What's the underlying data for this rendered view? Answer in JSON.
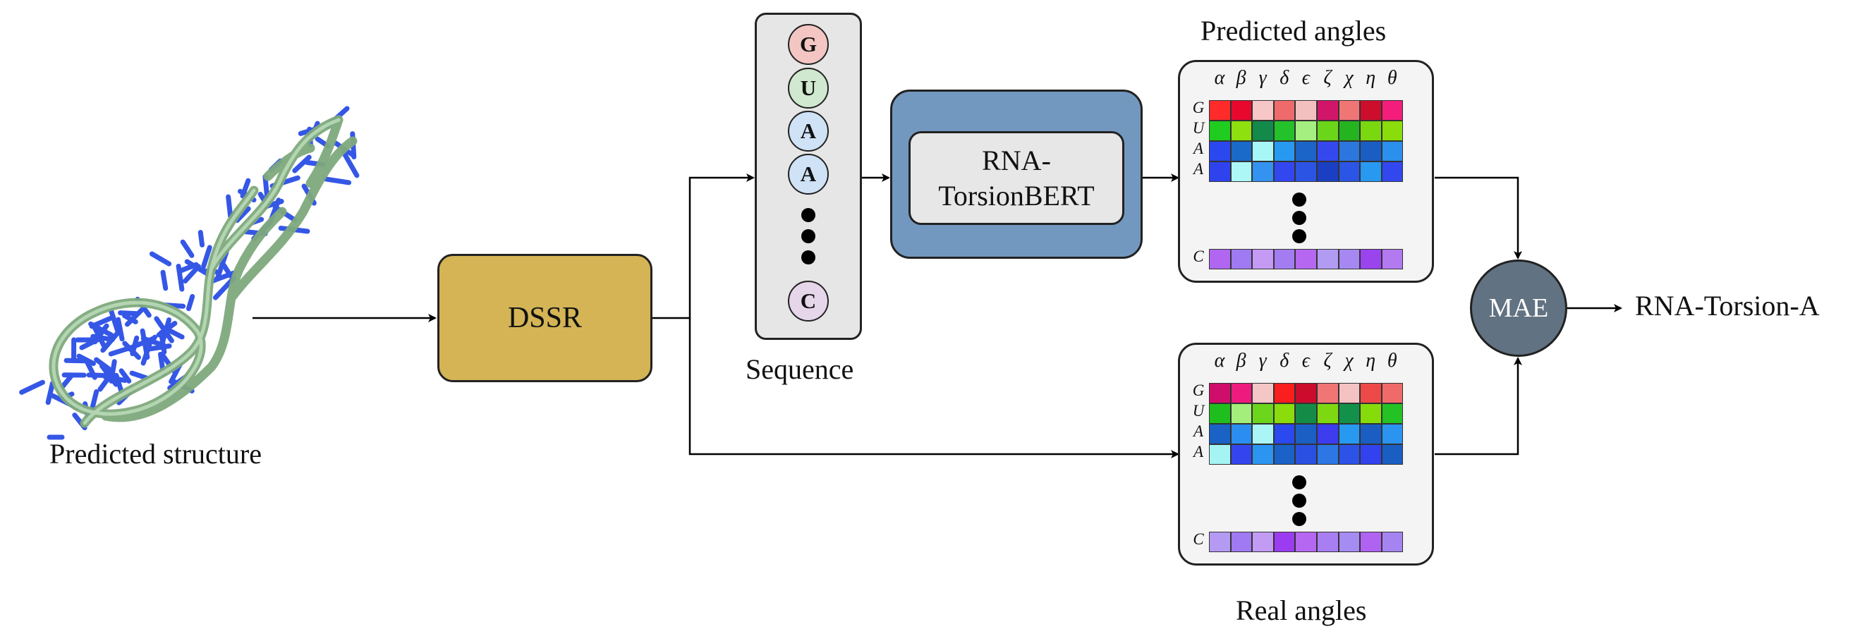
{
  "labels": {
    "predicted_structure": "Predicted structure",
    "dssr": "DSSR",
    "sequence": "Sequence",
    "model_line1": "RNA-",
    "model_line2": "TorsionBERT",
    "predicted_angles": "Predicted angles",
    "real_angles": "Real angles",
    "mae": "MAE",
    "output": "RNA-Torsion-A"
  },
  "sequence": [
    {
      "letter": "G",
      "color": "#f3c6c3"
    },
    {
      "letter": "U",
      "color": "#cfe8cf"
    },
    {
      "letter": "A",
      "color": "#cfe2f6"
    },
    {
      "letter": "A",
      "color": "#cfe2f6"
    },
    {
      "letter": "C",
      "color": "#e5d6ea"
    }
  ],
  "angle_symbols": [
    "α",
    "β",
    "γ",
    "δ",
    "ϵ",
    "ζ",
    "χ",
    "η",
    "θ"
  ],
  "row_labels": [
    "G",
    "U",
    "A",
    "A",
    "C"
  ],
  "predicted_grid": [
    [
      "#ff2b2b",
      "#e8082e",
      "#f7c6c6",
      "#ef6b6b",
      "#f3c0c0",
      "#d1166a",
      "#f07676",
      "#cc0e2c",
      "#f31d7c"
    ],
    [
      "#1fcc1f",
      "#8ee00f",
      "#138a4a",
      "#24c22a",
      "#a5ef80",
      "#6bd619",
      "#23b41f",
      "#7ad810",
      "#8add0b"
    ],
    [
      "#2b48ee",
      "#1a6ac9",
      "#a8f7f7",
      "#2799f1",
      "#1c64c7",
      "#3548ee",
      "#2b77dd",
      "#1b5ec3",
      "#2b8fee"
    ],
    [
      "#2e43ee",
      "#aef7f7",
      "#3492f1",
      "#3347f0",
      "#2c54e4",
      "#1b3fc3",
      "#2b55e4",
      "#2899f1",
      "#3248ee"
    ],
    [
      "#b066f0",
      "#a07af2",
      "#c49af5",
      "#a47cf2",
      "#b667f1",
      "#b29bf3",
      "#a787f2",
      "#9a44ee",
      "#b379f0"
    ]
  ],
  "real_grid": [
    [
      "#cf0e6c",
      "#ee1a7d",
      "#f4c6c6",
      "#fb1e1e",
      "#cb0c2c",
      "#f07575",
      "#f4c2c2",
      "#ee4949",
      "#f06a6a"
    ],
    [
      "#1fbe1f",
      "#a4ee7c",
      "#6bd61b",
      "#8add0b",
      "#148c48",
      "#7ed811",
      "#13914a",
      "#86dc0b",
      "#24c224"
    ],
    [
      "#1a62c5",
      "#2b8df0",
      "#aaf5f5",
      "#2a49ee",
      "#1b5fc5",
      "#3d3cee",
      "#2799f1",
      "#1b5ec3",
      "#2b94f0"
    ],
    [
      "#a6f3f3",
      "#3445ee",
      "#2b95f1",
      "#1a62c7",
      "#2a50e2",
      "#2d77e4",
      "#2d52e6",
      "#3142ee",
      "#1a5ec3"
    ],
    [
      "#b59af3",
      "#a07af2",
      "#c29bf5",
      "#9b3cf0",
      "#b667f1",
      "#a87ef2",
      "#a68bf3",
      "#b063f1",
      "#a584f2"
    ]
  ],
  "colors": {
    "dssr_fill": "#d4b455",
    "bert_outer_fill": "#7398bf",
    "bert_inner_fill": "#e7e7e7",
    "mae_fill": "#617282",
    "panel_fill": "#f4f4f4",
    "helix_backbone": "#9cc59a",
    "helix_bases": "#3557e6"
  }
}
